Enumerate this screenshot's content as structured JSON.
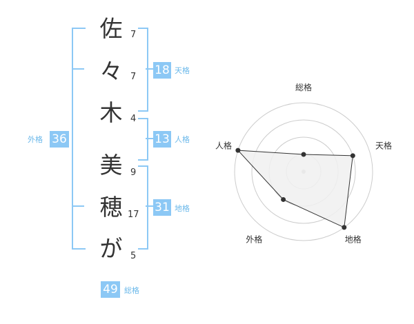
{
  "name": {
    "chars": [
      "佐",
      "々",
      "木",
      "美",
      "穂",
      "が"
    ],
    "strokes": [
      "7",
      "7",
      "4",
      "9",
      "17",
      "5"
    ]
  },
  "kakusu": {
    "tenkaku": {
      "value": "18",
      "label": "天格"
    },
    "jinkaku": {
      "value": "13",
      "label": "人格"
    },
    "chikaku": {
      "value": "31",
      "label": "地格"
    },
    "gaikaku": {
      "value": "36",
      "label": "外格"
    },
    "soukaku": {
      "value": "49",
      "label": "総格"
    }
  },
  "chart_data": {
    "type": "radar",
    "axes": [
      "総格",
      "天格",
      "地格",
      "外格",
      "人格"
    ],
    "values": [
      1,
      3,
      4,
      2,
      4
    ],
    "rmax": 4,
    "rings": 4,
    "colors": {
      "fill": "#f0f0f0",
      "line": "#333333",
      "ring": "#cccccc",
      "point": "#333333"
    }
  }
}
